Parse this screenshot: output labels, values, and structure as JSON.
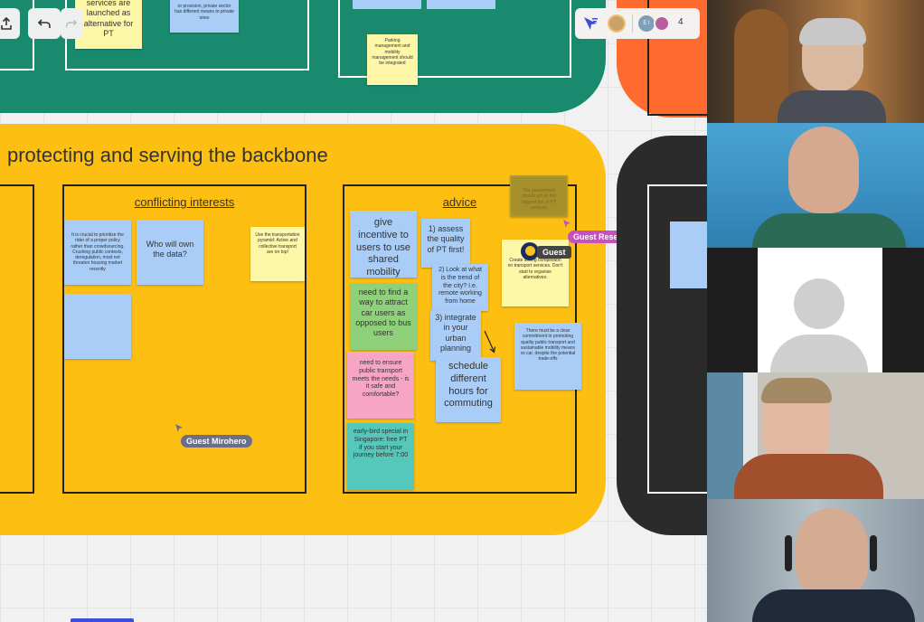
{
  "board": {
    "top_notes": {
      "pt_note": "services are launched as alternative for PT",
      "blue_top_note": "or provision, private sector has different means to private ones",
      "parking_note": "Parking management and mobility management should be integrated"
    },
    "section_title": "protecting and serving the backbone",
    "conflicting": {
      "label": "conflicting interests",
      "note1": "It is crucial to prioritize the rider of a proper policy rather than crowdsourcing. Crushing public contexts, deregulation, most not threaten housing market recently",
      "note2": "Who will own the data?",
      "note3": "Use the transportation pyramid: Active and collective transport are on top!"
    },
    "advice": {
      "label": "advice",
      "incentive": "give incentive to users to use shared mobility",
      "assess": "1) assess the quality of PT first!",
      "trend": "2) Look at what is the trend of the city? I.e. remote working from home",
      "integrate": "3) integrate in your urban planning",
      "schedule": "schedule different hours for commuting",
      "find_way": "need to find a way to attract car users as opposed to bus users",
      "ensure": "need to ensure public transport meets the needs - is it safe and comfortable?",
      "early_bird": "early-bird special in Singapore: free PT if you start your journey before 7:00",
      "government": "The government should act as the biggest fan of PT services",
      "crowd": "Create strong competition on transport services. Don't start to organise alternatives.",
      "clear": "There must be a clear commitment in promoting quality public transport and sustainable mobility means vs car, despite the potential trade-offs"
    },
    "cursors": {
      "researcher": "Guest Researcher",
      "mirohero": "Guest Mirohero",
      "guest": "Guest"
    },
    "collab": {
      "avatar_initials": "E I",
      "count": "4"
    }
  },
  "colors": {
    "green_section": "#1a8a6e",
    "yellow_section": "#fcbf12",
    "orange_section": "#ff6a2e",
    "dark_section": "#2b2b2b",
    "cursor_pink": "#c84fbf",
    "cursor_gray": "#6b6e8a"
  },
  "toolbar": {
    "share_icon": "upload-icon",
    "undo_icon": "undo-icon",
    "redo_icon": "redo-icon"
  }
}
